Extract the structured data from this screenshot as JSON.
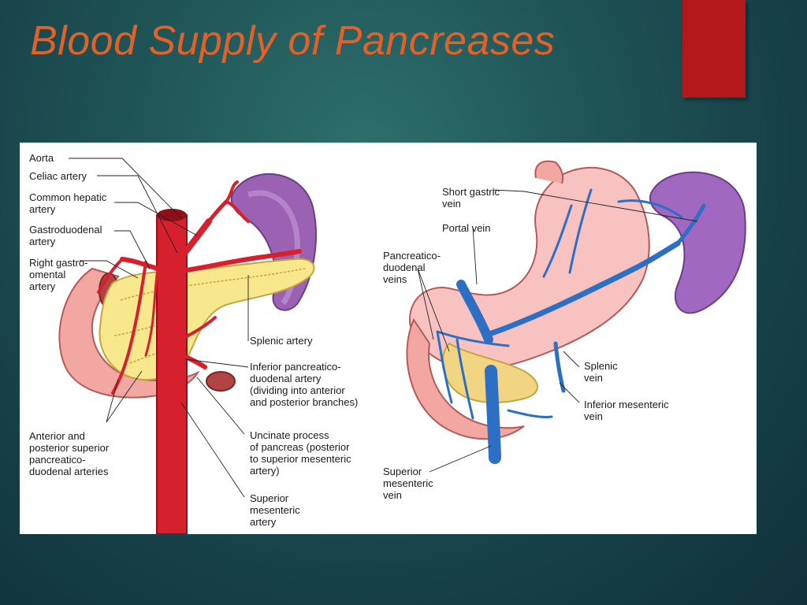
{
  "slide": {
    "title": "Blood Supply of Pancreases",
    "accent_color": "#b3171a",
    "title_color": "#e0622a"
  },
  "figure": {
    "left_labels": {
      "aorta": "Aorta",
      "celiac_artery": "Celiac artery",
      "common_hepatic_artery": "Common hepatic\nartery",
      "gastroduodenal_artery": "Gastroduodenal\nartery",
      "right_gastroomental_artery": "Right gastro-\nomental\nartery",
      "splenic_artery": "Splenic artery",
      "inferior_pancreaticoduodenal_artery": "Inferior pancreatico-\nduodenal artery\n(dividing into anterior\nand posterior branches)",
      "sup_pancreaticoduodenal_arteries": "Anterior and\nposterior superior\npancreatico-\nduodenal arteries",
      "uncinate_process": "Uncinate process\nof pancreas (posterior\nto superior mesenteric\nartery)",
      "superior_mesenteric_artery": "Superior\nmesenteric\nartery"
    },
    "right_labels": {
      "short_gastric_vein": "Short gastric\nvein",
      "portal_vein": "Portal vein",
      "pancreaticoduodenal_veins": "Pancreatico-\nduodenal\nveins",
      "splenic_vein": "Splenic\nvein",
      "inferior_mesenteric_vein": "Inferior mesenteric\nvein",
      "superior_mesenteric_vein": "Superior\nmesenteric\nvein"
    }
  }
}
